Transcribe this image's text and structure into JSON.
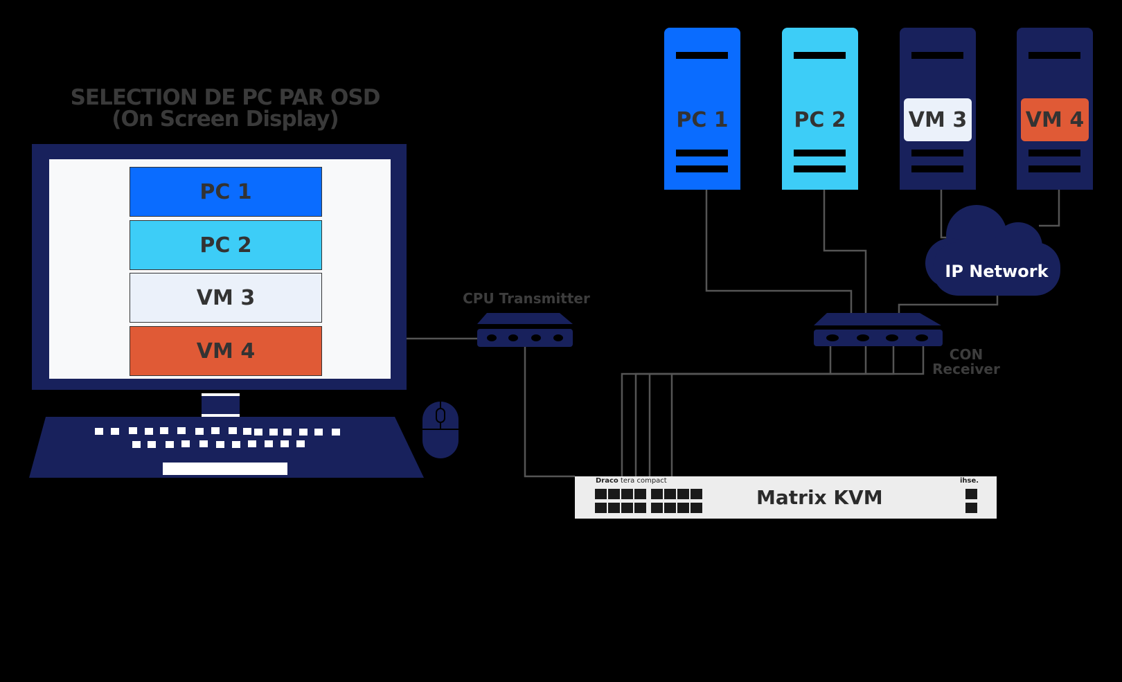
{
  "title": {
    "line1": "SELECTION DE PC PAR  OSD",
    "line2": "(On Screen Display)"
  },
  "osd_menu": {
    "items": [
      {
        "label": "PC 1",
        "color": "#0a6cff"
      },
      {
        "label": "PC 2",
        "color": "#3dcdf7"
      },
      {
        "label": "VM 3",
        "color": "#ebf1fa"
      },
      {
        "label": "VM 4",
        "color": "#e05a36"
      }
    ]
  },
  "devices": {
    "cpu_transmitter": "CPU Transmitter",
    "con_receiver_line1": "CON",
    "con_receiver_line2": "Receiver",
    "ip_network": "IP Network",
    "matrix_kvm": "Matrix KVM",
    "kvm_brand": "Draco",
    "kvm_model": "tera compact",
    "kvm_vendor": "ihse."
  },
  "servers": [
    {
      "label": "PC 1",
      "body_color": "#0a6cff",
      "badge_color": "none"
    },
    {
      "label": "PC 2",
      "body_color": "#3dcdf7",
      "badge_color": "none"
    },
    {
      "label": "VM 3",
      "body_color": "#18215c",
      "badge_color": "#ebf1fa"
    },
    {
      "label": "VM 4",
      "body_color": "#18215c",
      "badge_color": "#e05a36"
    }
  ],
  "colors": {
    "navy": "#18215c",
    "text_dark": "#333333",
    "wire": "#555555"
  }
}
